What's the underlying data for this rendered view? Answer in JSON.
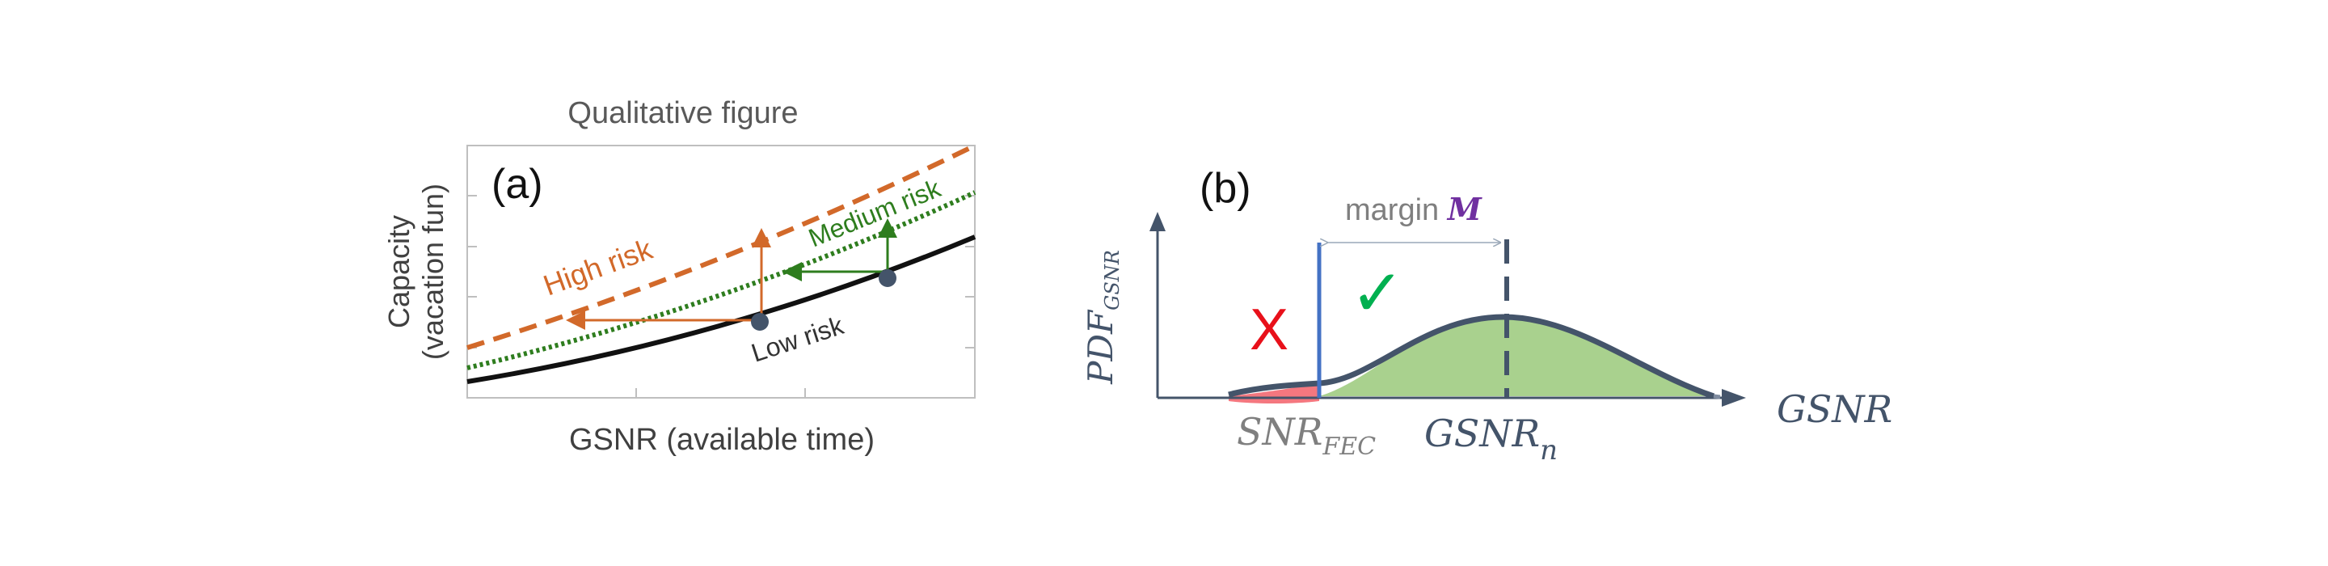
{
  "panel_a": {
    "title": "Qualitative figure",
    "label": "(a)",
    "xlabel": "GSNR (available time)",
    "ylabel_line1": "Capacity",
    "ylabel_line2": "(vacation fun)",
    "curves": [
      {
        "name": "High risk",
        "color": "#d2692a",
        "style": "dashed"
      },
      {
        "name": "Medium risk",
        "color": "#2e7d1e",
        "style": "dotted"
      },
      {
        "name": "Low risk",
        "color": "#111111",
        "style": "solid"
      }
    ],
    "colors": {
      "high": "#d2692a",
      "medium": "#2e7d1e",
      "low": "#111111",
      "point": "#44546a"
    }
  },
  "panel_b": {
    "label": "(b)",
    "ylabel": "PDF",
    "ylabel_sub": "GSNR",
    "xlabel": "GSNR",
    "margin_text": "margin ",
    "margin_symbol": "M",
    "fec_label": "SNR",
    "fec_sub": "FEC",
    "nominal_label": "GSNR",
    "nominal_sub": "n",
    "fail_mark": "X",
    "ok_mark": "✓",
    "colors": {
      "axis": "#44546a",
      "fill_ok": "#a9d18e",
      "fill_fail": "#f4777f",
      "fec_line": "#4472c4",
      "margin_symbol": "#7030a0",
      "fail_mark": "#e8101a",
      "ok_mark": "#00b050",
      "fec_label": "#7f7f7f"
    }
  }
}
